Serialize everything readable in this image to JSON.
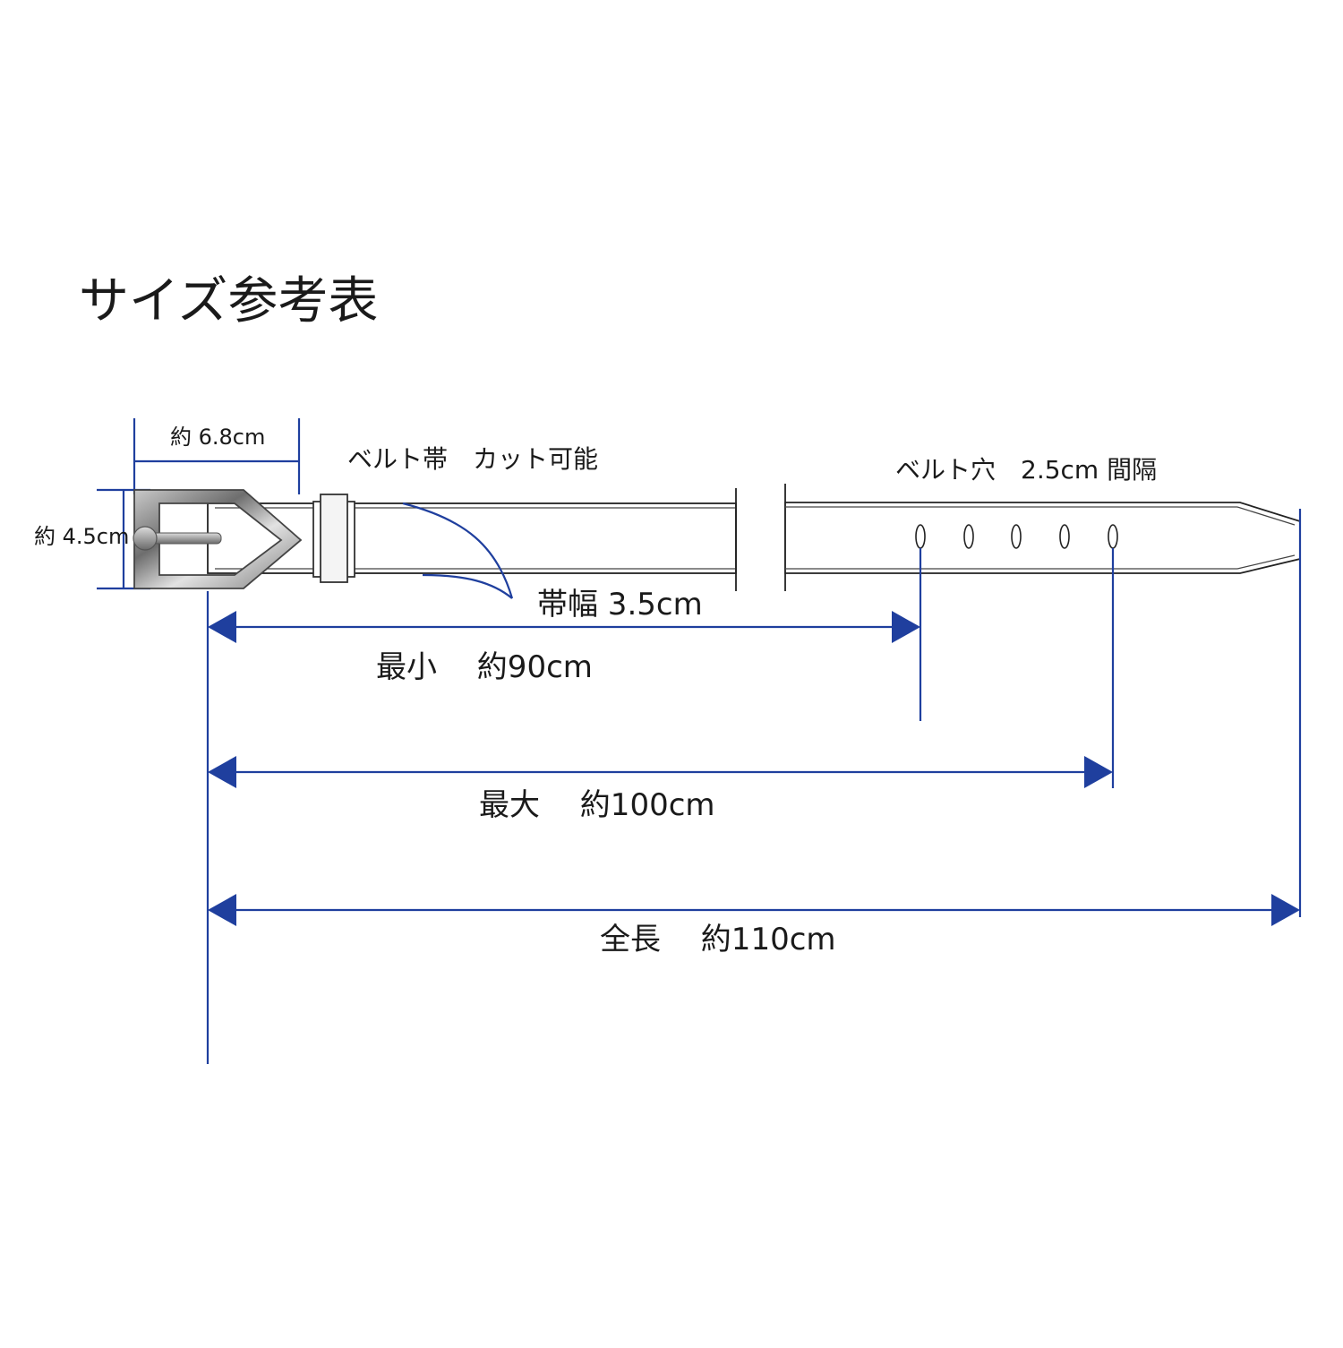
{
  "title": "サイズ参考表",
  "labels": {
    "buckle_width": "約 6.8cm",
    "buckle_height": "約 4.5cm",
    "strap_cut": "ベルト帯　カット可能",
    "holes": "ベルト穴　2.5cm 間隔",
    "strap_width": "帯幅 3.5cm",
    "min_length": "最小　 約90cm",
    "max_length": "最大　 約100cm",
    "total_length": "全長　 約110cm"
  },
  "colors": {
    "dimension_line": "#1f3f9e",
    "outline": "#222222",
    "buckle_metal": "#8a8a8a"
  },
  "icons": {
    "buckle": "belt-buckle-icon"
  }
}
